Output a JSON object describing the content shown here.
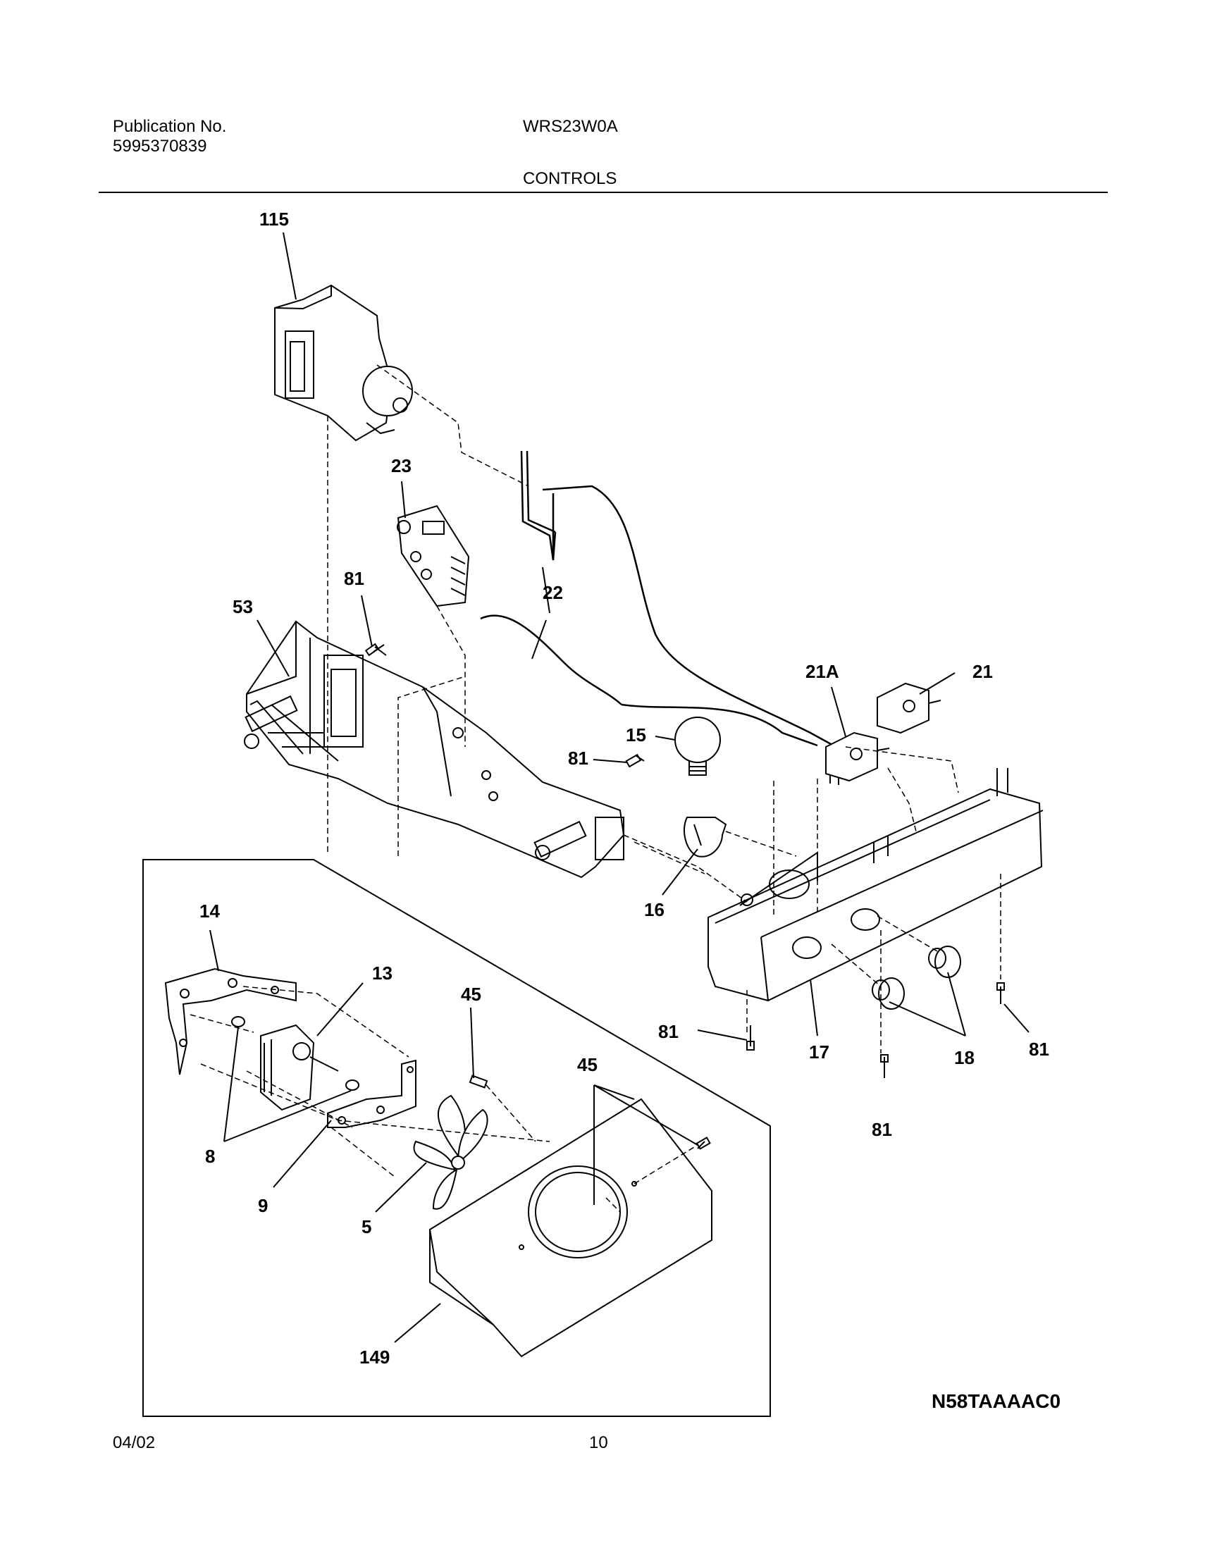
{
  "header": {
    "publication_label": "Publication No.",
    "publication_number": "5995370839",
    "model": "WRS23W0A",
    "section_title": "CONTROLS"
  },
  "diagram": {
    "callouts": {
      "c115": "115",
      "c23": "23",
      "c81a": "81",
      "c53": "53",
      "c22": "22",
      "c21A": "21A",
      "c21": "21",
      "c15": "15",
      "c81b": "81",
      "c16": "16",
      "c14": "14",
      "c13": "13",
      "c45a": "45",
      "c45b": "45",
      "c8": "8",
      "c9": "9",
      "c5": "5",
      "c149": "149",
      "c81c": "81",
      "c17": "17",
      "c18": "18",
      "c81d": "81",
      "c81e": "81"
    },
    "drawing_code": "N58TAAAAC0"
  },
  "footer": {
    "date": "04/02",
    "page_number": "10"
  }
}
